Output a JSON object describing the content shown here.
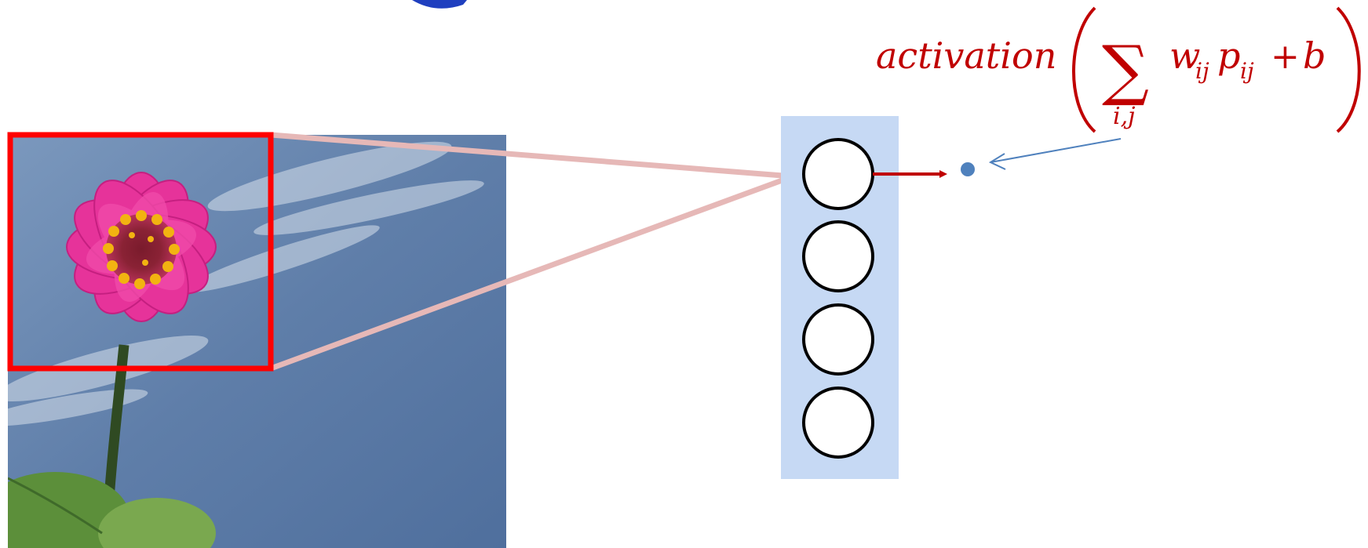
{
  "formula": {
    "function_name": "activation",
    "weight": "w",
    "weight_subscript": "ij",
    "input": "p",
    "input_subscript": "ij",
    "plus": "+",
    "bias": "b",
    "sum_symbol": "∑",
    "sum_index": "i,j"
  },
  "colors": {
    "background": "#ffffff",
    "formula": "#c00000",
    "crop_box": "#ff0000",
    "projection_lines": "#e6b8b7",
    "layer_panel": "#c6d9f4",
    "neuron_stroke": "#000000",
    "neuron_fill": "#ffffff",
    "output_arrow": "#c00000",
    "output_dot": "#4f81bd",
    "pointer_arrow": "#4f81bd",
    "sky": "#5b7ca8",
    "petal": "#e6339a",
    "flower_center": "#f2b311",
    "leaf": "#6a9a45"
  },
  "diagram": {
    "image": "photo of a pink zinnia flower against a blue sky",
    "layer_neuron_count": 4,
    "output": "single output value"
  }
}
